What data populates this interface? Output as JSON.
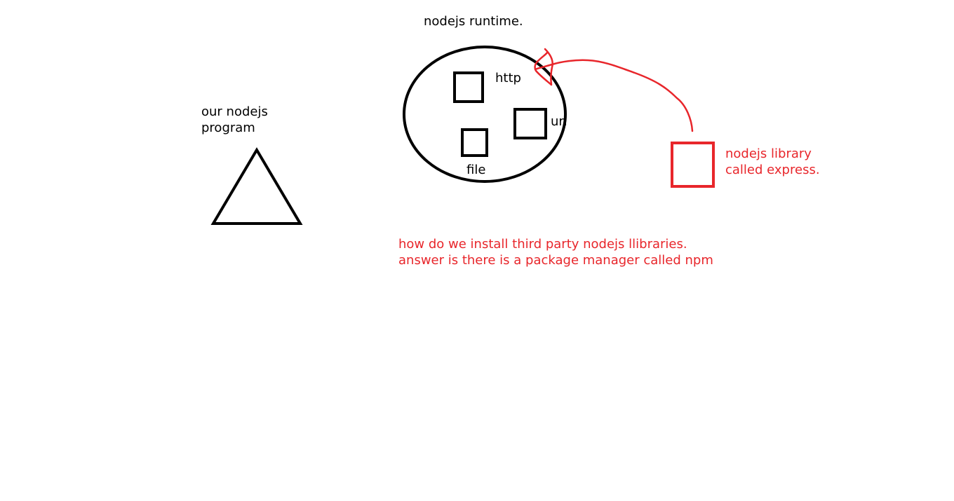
{
  "colors": {
    "ink": "#000000",
    "accent": "#e8262b",
    "background": "#ffffff"
  },
  "runtime": {
    "title": "nodejs runtime.",
    "modules": {
      "http": "http",
      "url": "url",
      "file": "file"
    }
  },
  "program": {
    "line1": "our nodejs",
    "line2": "program"
  },
  "library": {
    "line1": "nodejs library",
    "line2": "called express."
  },
  "note": {
    "line1": "how do we install third party nodejs llibraries.",
    "line2": "answer is there is a package manager called npm"
  }
}
